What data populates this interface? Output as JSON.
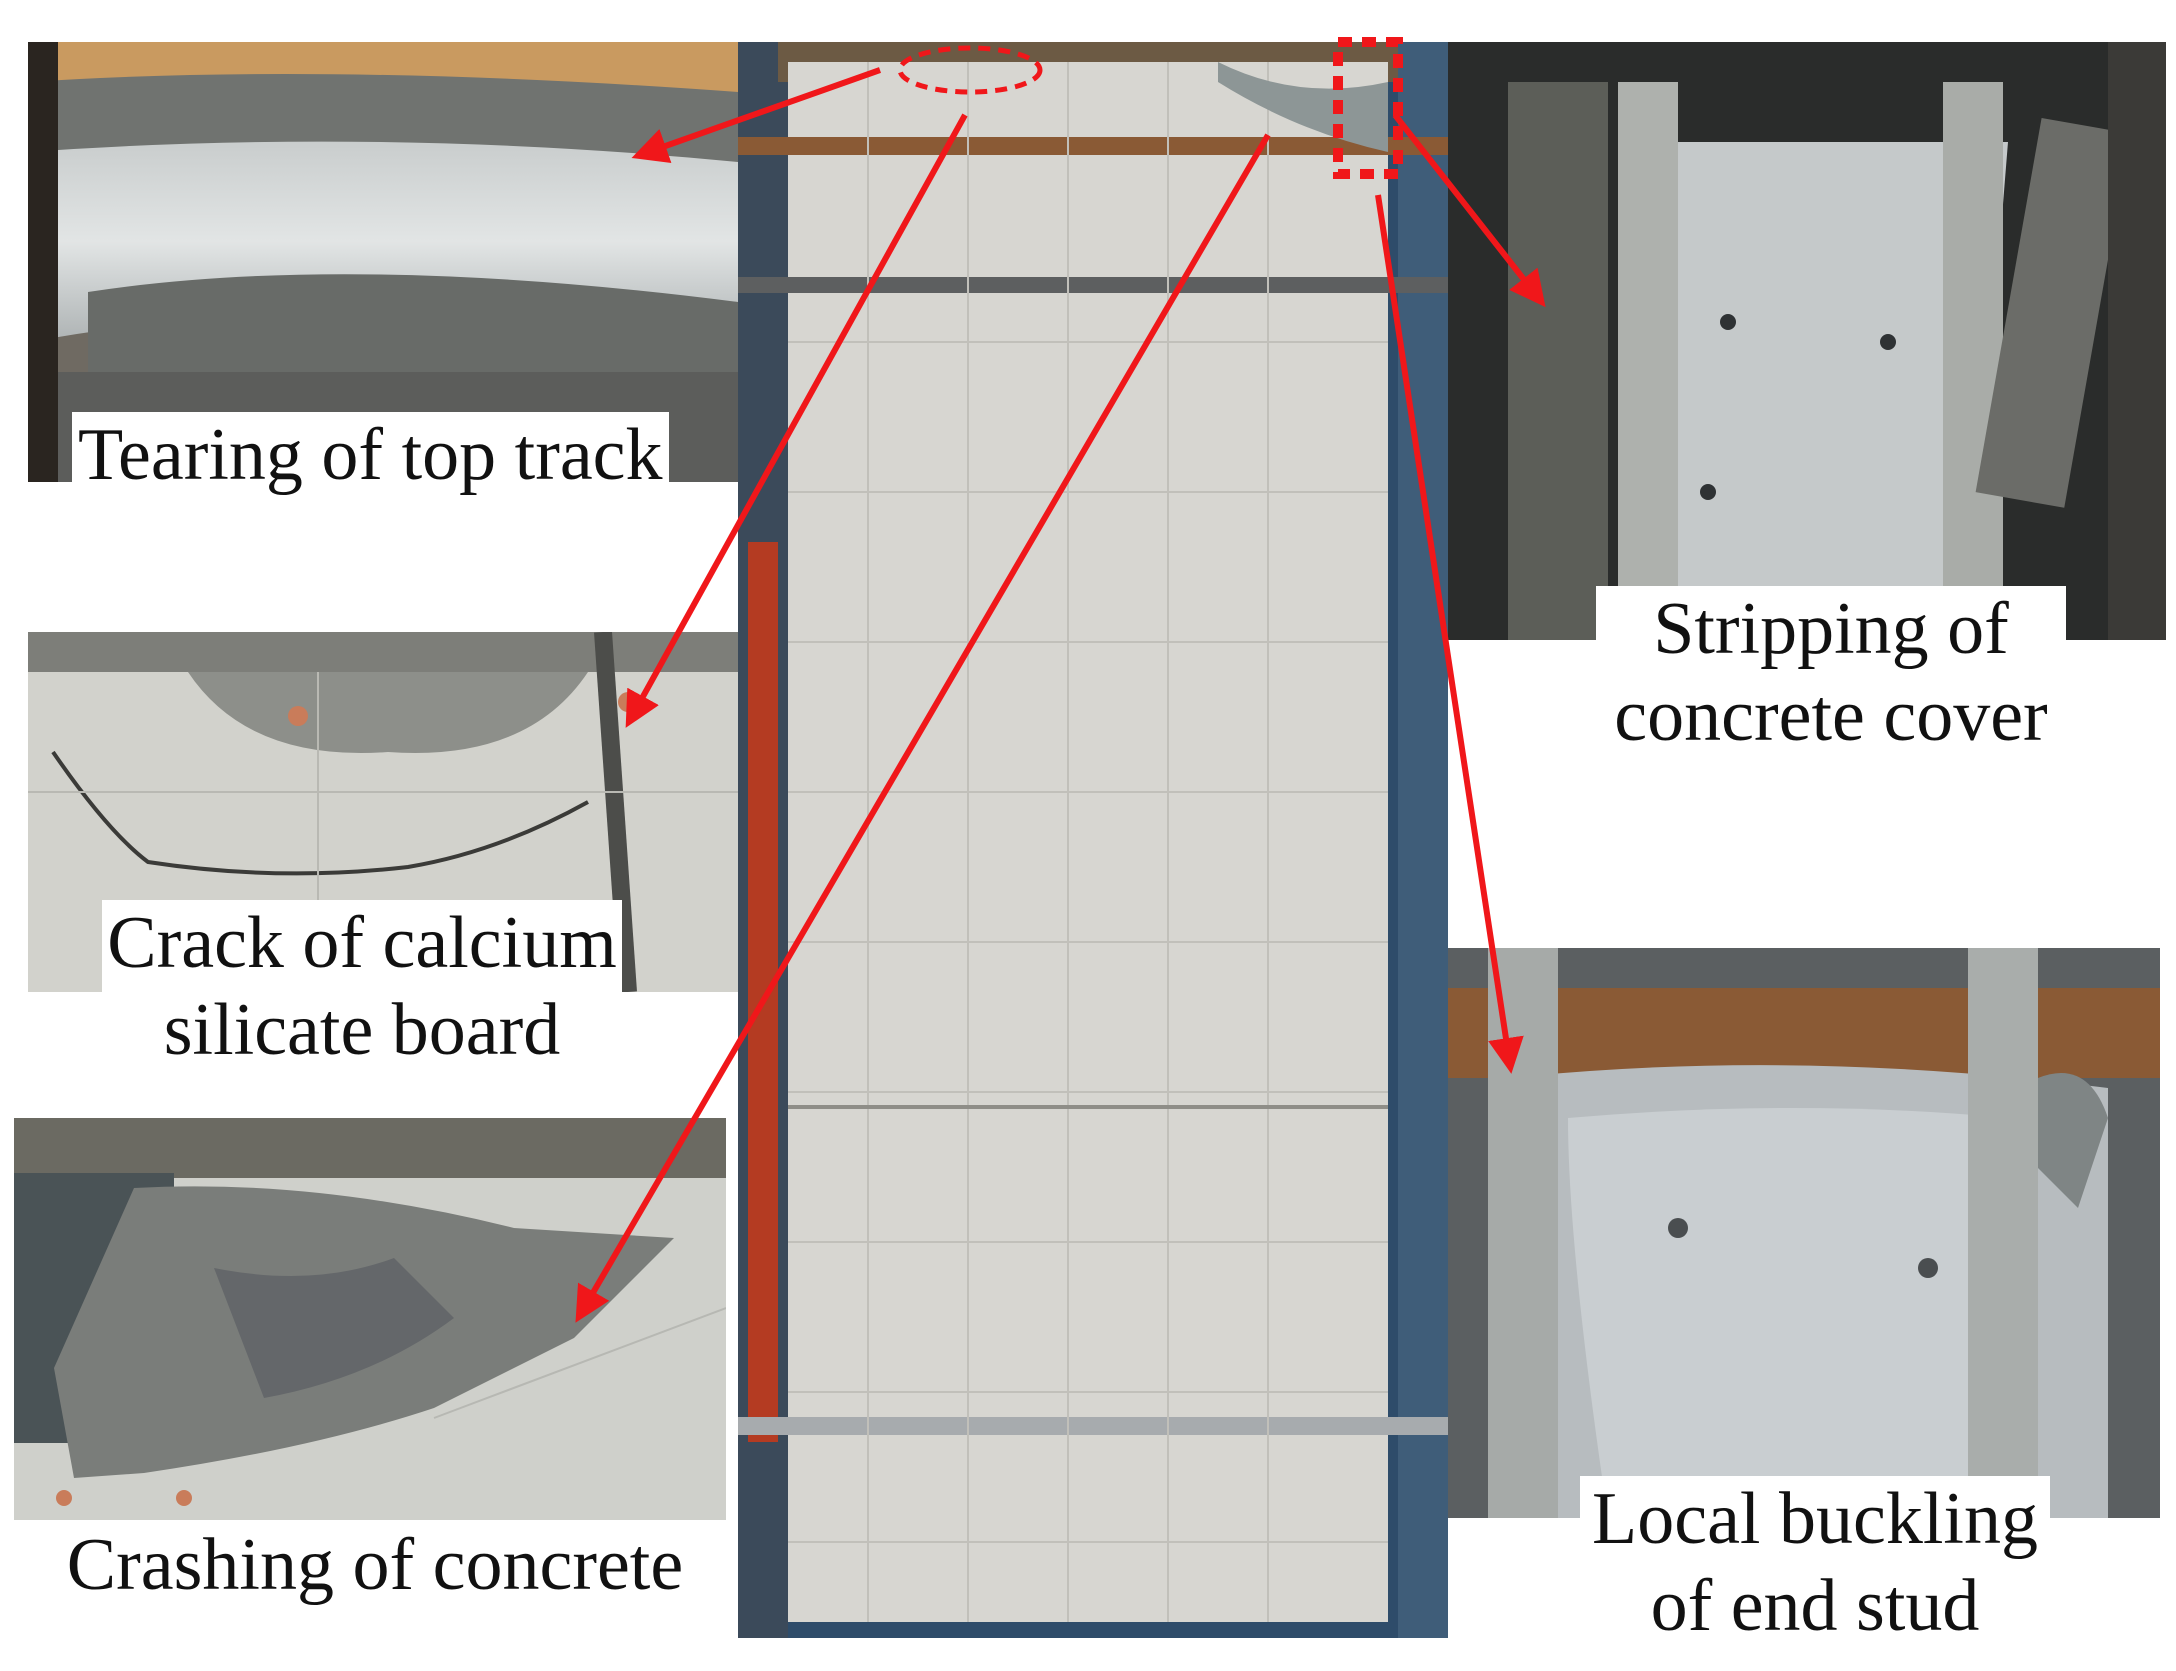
{
  "colors": {
    "annotation_red": "#f0171a",
    "background": "#ffffff",
    "label_text": "#111111",
    "concrete_grey": "#8a8f8c",
    "wall_panel": "#d7d6d1",
    "rust": "#8a5a35"
  },
  "panels": {
    "top_track": {
      "caption": [
        "Tearing of top track"
      ]
    },
    "calcium_board": {
      "caption": [
        "Crack of calcium",
        "silicate board"
      ]
    },
    "concrete_crash": {
      "caption": [
        "Crashing of concrete"
      ]
    },
    "concrete_cover": {
      "caption": [
        "Stripping of",
        "concrete cover"
      ]
    },
    "end_stud": {
      "caption": [
        "Local buckling",
        "of end stud"
      ]
    }
  },
  "center_photo": {
    "subject": "wall-specimen-photo"
  },
  "annotations": {
    "highlight_shapes": [
      "dashed-ellipse",
      "dashed-rectangle"
    ],
    "arrow_count": 5
  }
}
